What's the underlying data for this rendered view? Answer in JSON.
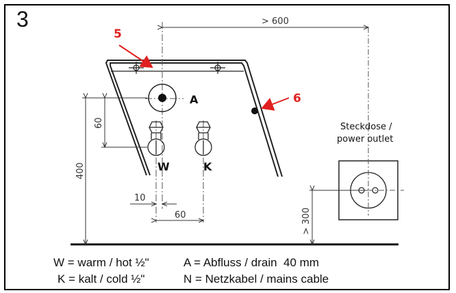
{
  "figure_number": "3",
  "callouts": {
    "five": "5",
    "six": "6"
  },
  "callout_color": "#e02020",
  "labels": {
    "drain": "A",
    "warm": "W",
    "cold": "K",
    "outlet_line1": "Steckdose /",
    "outlet_line2": "power outlet"
  },
  "dimensions": {
    "top": "> 600",
    "left_60": "60",
    "left_400": "400",
    "offset_10": "10",
    "spacing_60": "60",
    "outlet_300": "> 300"
  },
  "legend": {
    "row1_left": "W = warm / hot ½\"",
    "row1_right": "A = Abfluss / drain  40 mm",
    "row2_left": "K = kalt / cold ½\"",
    "row2_right": "N = Netzkabel / mains cable"
  }
}
